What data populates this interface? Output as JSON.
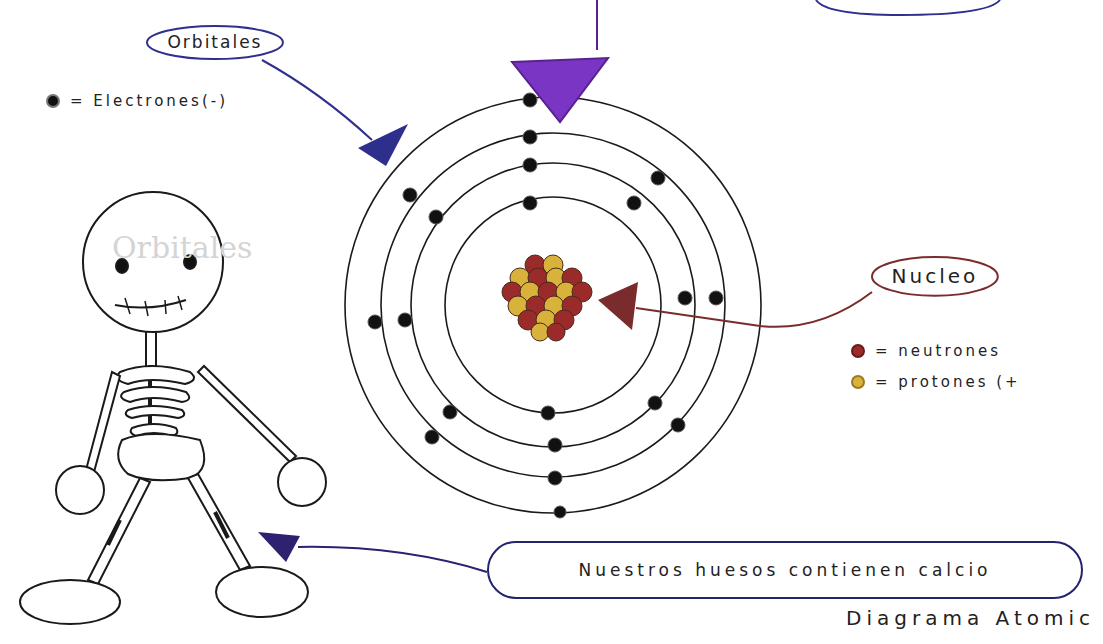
{
  "diagram": {
    "caption": "Diagrama Atomic",
    "nodes": [
      {
        "text": [
          "Orbitales"
        ]
      },
      {
        "text": [
          "Nucleo"
        ]
      },
      {
        "text": [
          "Nuestros huesos contienen calcio"
        ]
      }
    ],
    "labels": [
      "Orbitales"
    ],
    "legend": [
      {
        "text": "= Electrones(-)",
        "color": "#111111"
      },
      {
        "text": "= neutrones",
        "color": "#9b2b2b"
      },
      {
        "text": "= protones (+",
        "color": "#d9b23c"
      }
    ]
  }
}
